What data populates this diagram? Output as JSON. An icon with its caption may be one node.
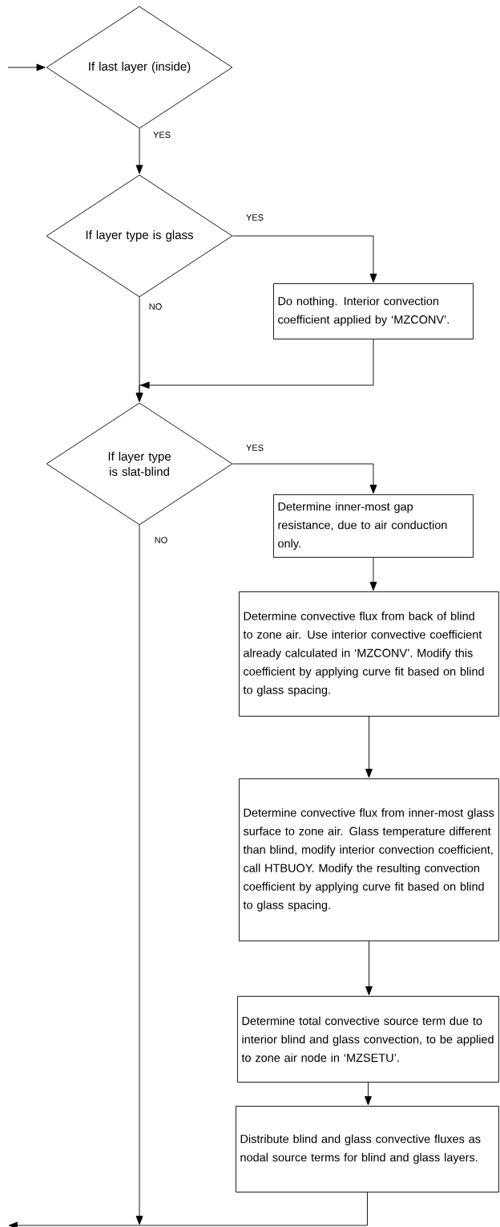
{
  "diagram": {
    "nodes": [
      {
        "text": [
          "If last layer (inside)"
        ]
      },
      {
        "text": [
          "If layer type is glass"
        ]
      },
      {
        "text": [
          "Do nothing. Interior convection coefficient applied by ‘MZCONV’."
        ]
      },
      {
        "text": [
          "If layer type is slat-blind"
        ]
      },
      {
        "text": [
          "Determine inner-most gap resistance, due to air conduction only."
        ]
      },
      {
        "text": [
          "Determine convective flux from back of blind to zone air. Use interior convective coefficient already calculated in ‘MZCONV’. Modify this coefficient by applying curve fit based on blind to glass spacing."
        ]
      },
      {
        "text": [
          "Determine convective flux from inner-most glass surface to zone air. Glass temperature different than blind, modify interior convection coefficient, call HTBUOY. Modify the resulting convection coefficient by applying curve fit based on blind to glass spacing."
        ]
      },
      {
        "text": [
          "Determine total convective source term due to interior blind and glass convection, to be applied to zone air node in ‘MZSETU’."
        ]
      },
      {
        "text": [
          "Distribute blind and glass convective fluxes as nodal source terms for blind and glass layers."
        ]
      }
    ],
    "edges": [
      {
        "from": null,
        "to": 0,
        "arrow": "to"
      },
      {
        "from": 0,
        "to": 1,
        "arrow": "to",
        "label": "YES"
      },
      {
        "from": 1,
        "to": 2,
        "arrow": "to",
        "label": "YES"
      },
      {
        "from": 1,
        "to": 3,
        "arrow": "to",
        "label": "NO"
      },
      {
        "from": 2,
        "to": 3,
        "arrow": "to"
      },
      {
        "from": 3,
        "to": 4,
        "arrow": "to",
        "label": "YES"
      },
      {
        "from": 3,
        "to": null,
        "arrow": "to",
        "label": "NO"
      },
      {
        "from": 4,
        "to": 5,
        "arrow": "to"
      },
      {
        "from": 5,
        "to": 6,
        "arrow": "to"
      },
      {
        "from": 6,
        "to": 7,
        "arrow": "to"
      },
      {
        "from": 7,
        "to": 8,
        "arrow": "to"
      },
      {
        "from": 8,
        "to": null,
        "arrow": "to"
      }
    ]
  }
}
